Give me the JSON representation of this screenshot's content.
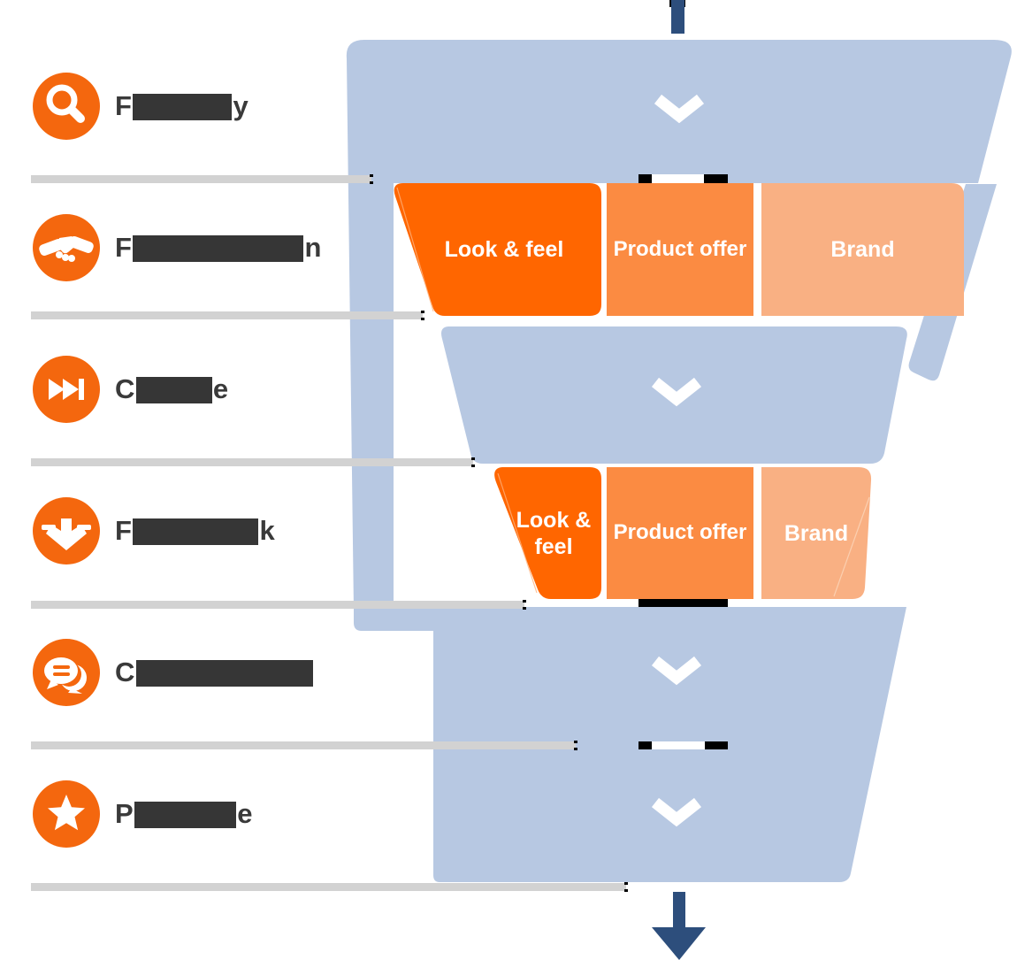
{
  "colors": {
    "funnel_blue": "#b7c8e2",
    "connector_navy": "#2d4e7c",
    "box_orange_dark": "#ff6600",
    "box_orange_mid": "#fb8b42",
    "box_orange_light": "#f9b083",
    "icon_circle_orange": "#f4670e",
    "separator_gray": "#d2d2d2",
    "label_text_gray": "#3a3a3a",
    "redaction_black": "#000000"
  },
  "steps": [
    {
      "icon": "search-icon",
      "prefix": "F",
      "suffix": "y",
      "redact_style": "width:112px"
    },
    {
      "icon": "handshake-icon",
      "prefix": "F",
      "suffix": "n",
      "redact_style": "width:193px"
    },
    {
      "icon": "fast-forward-icon",
      "prefix": "C",
      "suffix": "e",
      "redact_style": "width:86px"
    },
    {
      "icon": "pull-down-arrow-icon",
      "prefix": "F",
      "suffix": "k",
      "redact_style": "width:142px"
    },
    {
      "icon": "chat-bubbles-icon",
      "prefix": "C",
      "suffix": "",
      "redact_style": "width:200px"
    },
    {
      "icon": "star-icon",
      "prefix": "P",
      "suffix": "e",
      "redact_style": "width:115px"
    }
  ],
  "funnel": {
    "top_connector_icon": "vertical-bar",
    "bottom_icon": "arrow-down",
    "stage_chevron_icon": "chevron-down",
    "rows": [
      {
        "boxes": [
          {
            "label": "Look & feel"
          },
          {
            "label": "Product offer"
          },
          {
            "label": "Brand"
          }
        ]
      },
      {
        "boxes": [
          {
            "label": "Look & feel"
          },
          {
            "label": "Product offer"
          },
          {
            "label": "Brand"
          }
        ]
      }
    ]
  }
}
